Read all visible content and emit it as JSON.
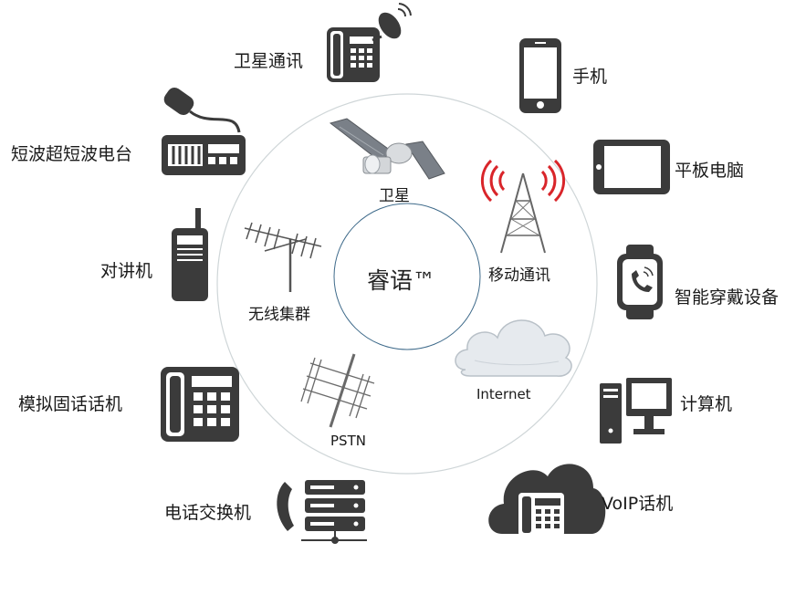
{
  "center": {
    "label": "睿语™"
  },
  "inner_nodes": {
    "satellite": "卫星",
    "mobile": "移动通讯",
    "wireless": "无线集群",
    "pstn": "PSTN",
    "internet": "Internet"
  },
  "outer_nodes": {
    "satellite_comm": "卫星通讯",
    "shortwave": "短波超短波电台",
    "walkie_talkie": "对讲机",
    "analog_phone": "模拟固话话机",
    "pbx": "电话交换机",
    "mobile_phone": "手机",
    "tablet": "平板电脑",
    "wearable": "智能穿戴设备",
    "computer": "计算机",
    "voip_phone": "VoIP话机"
  },
  "colors": {
    "icon_dark": "#3b3b3b",
    "signal_red": "#d9252a",
    "ring": "#cfd6d8",
    "antenna": "#666666"
  }
}
